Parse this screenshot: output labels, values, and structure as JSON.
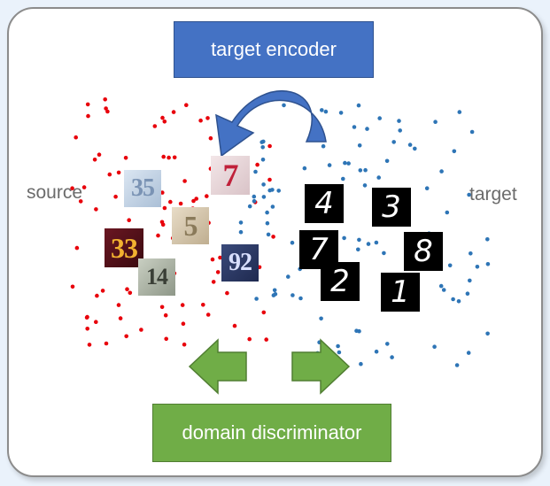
{
  "diagram": {
    "encoder_label": "target encoder",
    "discriminator_label": "domain discriminator",
    "source_label": "source",
    "target_label": "target",
    "colors": {
      "encoder_fill": "#4472c4",
      "discriminator_fill": "#70ad47",
      "source_points": "#e8000b",
      "target_points": "#2e75b6"
    },
    "source_images": [
      "35",
      "7",
      "5",
      "33",
      "14",
      "92"
    ],
    "target_images": [
      "4",
      "3",
      "7",
      "8",
      "2",
      "1"
    ]
  }
}
